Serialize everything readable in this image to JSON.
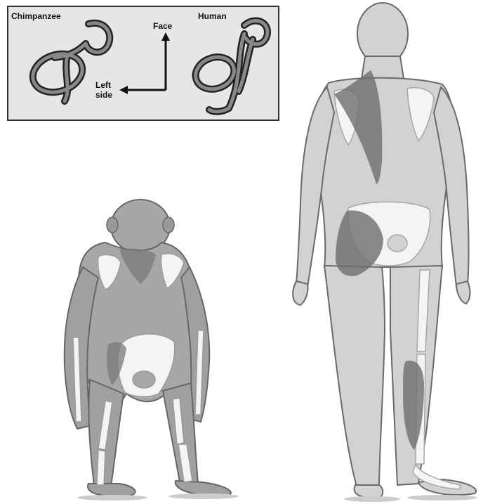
{
  "inset": {
    "chimp_label": "Chimpanzee",
    "human_label": "Human",
    "face_label": "Face",
    "left_label_line1": "Left",
    "left_label_line2": "side"
  },
  "colors": {
    "inset_bg": "#e6e6e6",
    "inset_border": "#333333",
    "body_fill": "#d2d2d2",
    "body_stroke": "#6a6a6a",
    "bone_fill": "#f4f4f4",
    "muscle_fill": "#7a7a7a",
    "chimp_fur": "#a7a7a7"
  },
  "icons": [
    "semicircular-canal-chimp-icon",
    "semicircular-canal-human-icon",
    "axis-arrows-icon"
  ]
}
